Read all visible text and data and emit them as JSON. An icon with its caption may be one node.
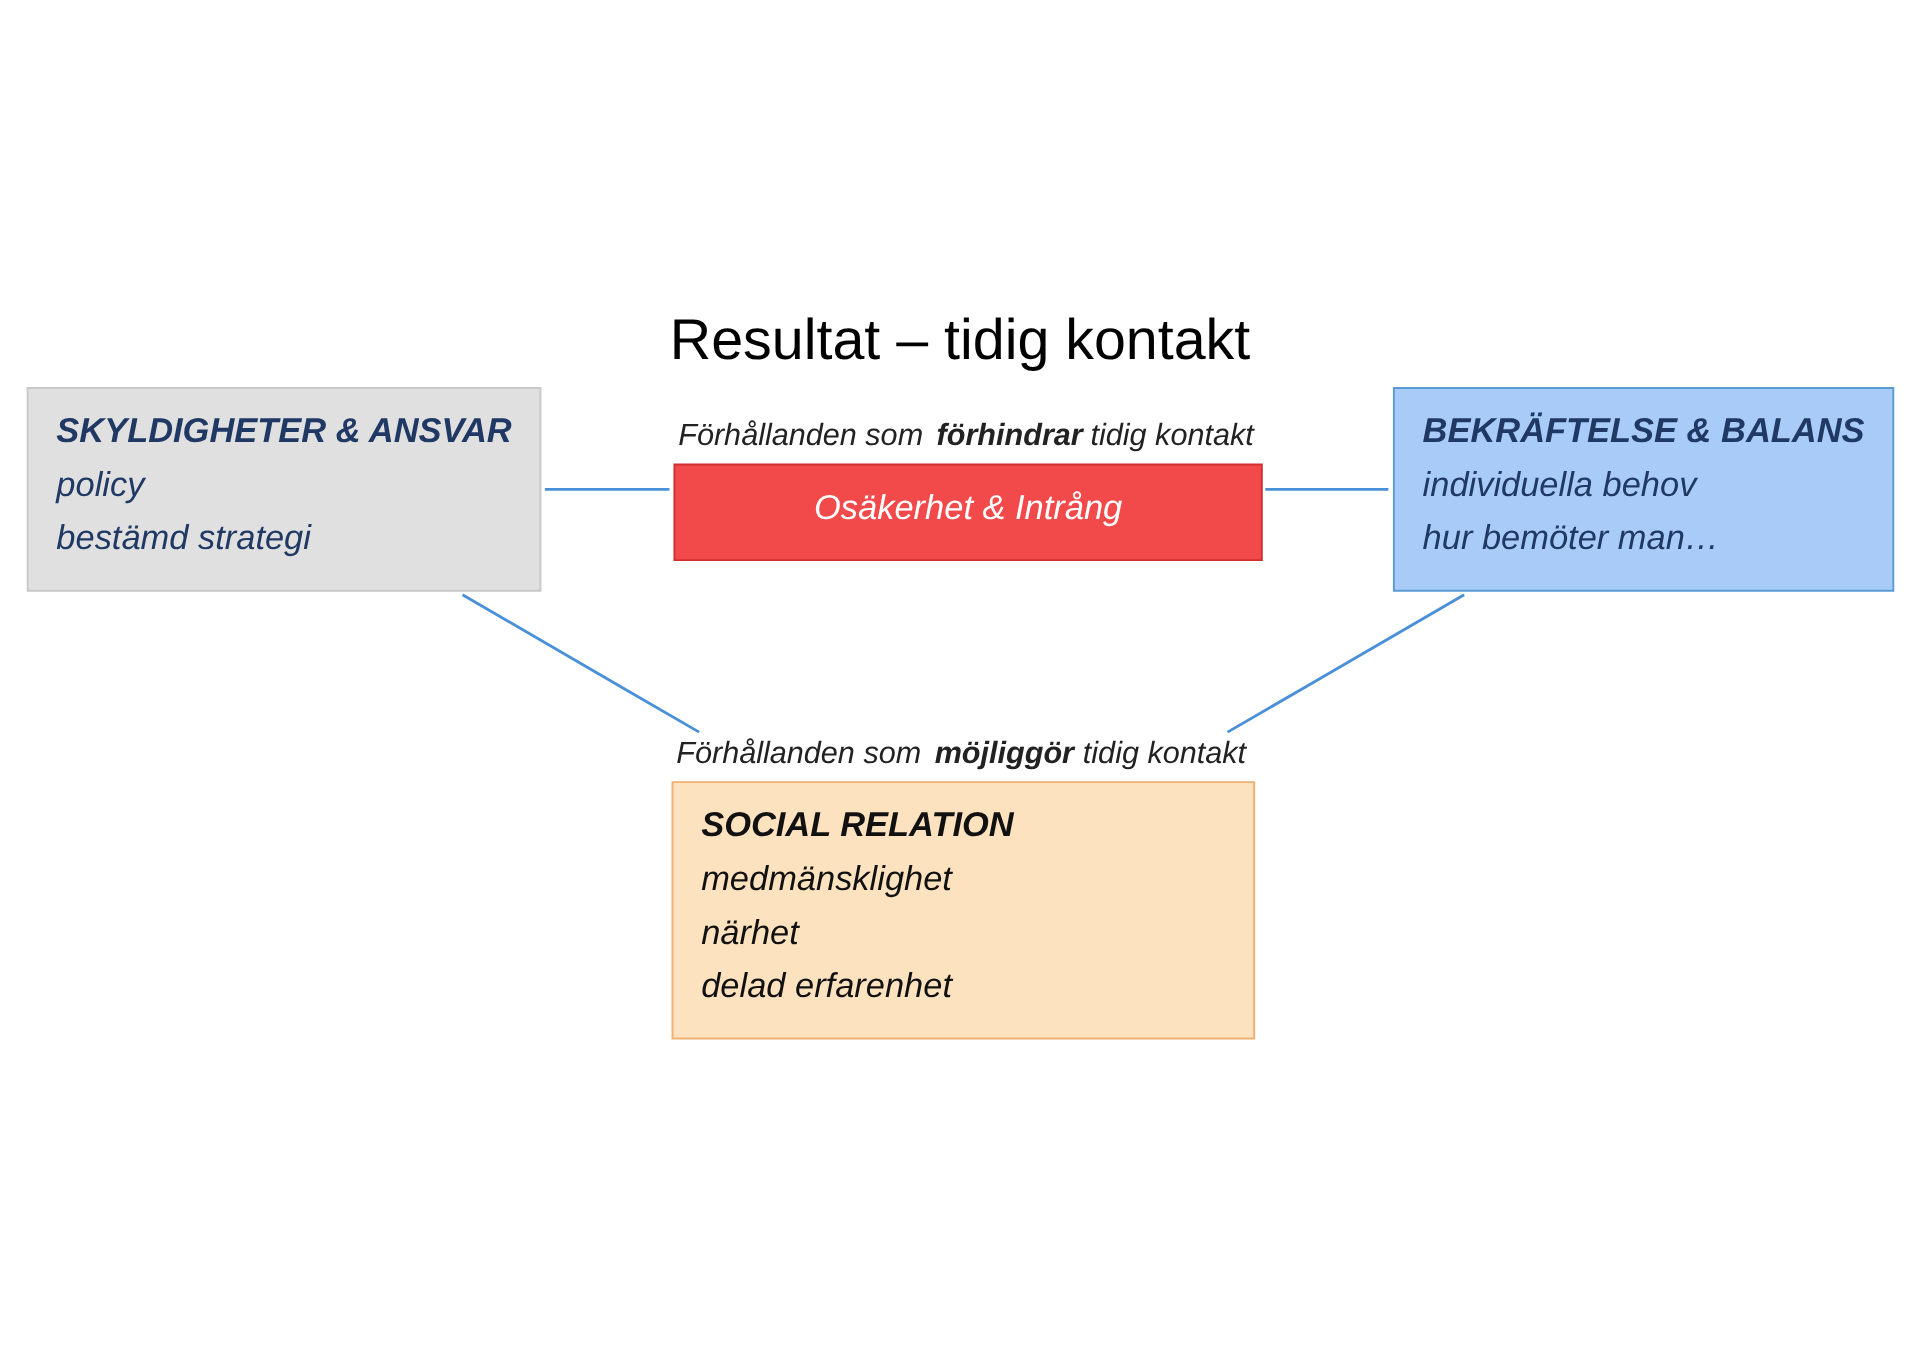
{
  "diagram": {
    "title": "Resultat – tidig kontakt",
    "nodes": [
      {
        "text": [
          "SKYLDIGHETER & ANSVAR",
          "policy",
          "bestämd strategi"
        ]
      },
      {
        "text": [
          "Förhållanden som **förhindrar** tidig kontakt",
          "Osäkerhet & Intrång"
        ]
      },
      {
        "text": [
          "BEKRÄFTELSE & BALANS",
          "individuella behov",
          "hur bemöter man…"
        ]
      },
      {
        "text": [
          "Förhållanden som **möjliggör** tidig kontakt",
          "SOCIAL RELATION",
          "medmänsklighet",
          "närhet",
          "delad erfarenhet"
        ]
      }
    ],
    "edges": [
      {
        "from": 0,
        "to": 1,
        "arrow": "none"
      },
      {
        "from": 1,
        "to": 2,
        "arrow": "none"
      },
      {
        "from": 0,
        "to": 3,
        "arrow": "none"
      },
      {
        "from": 3,
        "to": 2,
        "arrow": "none"
      }
    ]
  }
}
